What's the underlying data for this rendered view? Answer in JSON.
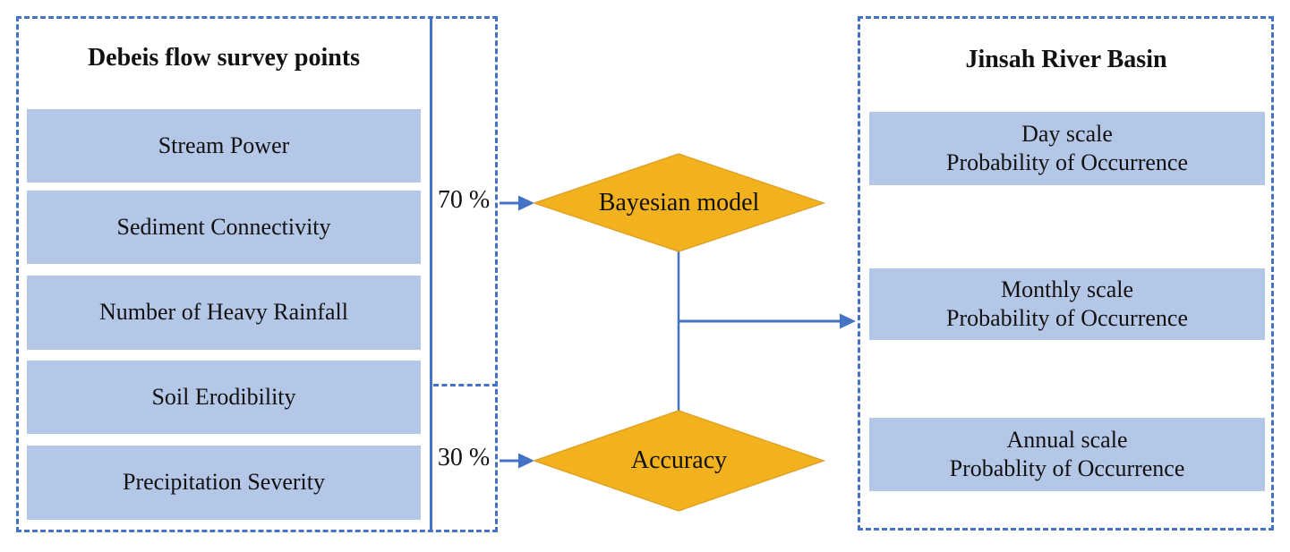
{
  "colors": {
    "line_blue": "#4472C4",
    "box_fill": "#B4C7E7",
    "diamond_fill": "#F2B21E",
    "diamond_stroke": "#DFA226",
    "text": "#111111"
  },
  "left_panel": {
    "title": "Debeis flow survey points",
    "items": [
      "Stream Power",
      "Sediment Connectivity",
      "Number of Heavy Rainfall",
      "Soil Erodibility",
      "Precipitation Severity"
    ]
  },
  "flow": {
    "bayesian_weight": "70 %",
    "accuracy_weight": "30 %",
    "bayesian_label": "Bayesian model",
    "accuracy_label": "Accuracy"
  },
  "right_panel": {
    "title": "Jinsah River Basin",
    "items": [
      {
        "line1": "Day scale",
        "line2": "Probability of Occurrence"
      },
      {
        "line1": "Monthly scale",
        "line2": "Probability of Occurrence"
      },
      {
        "line1": "Annual scale",
        "line2": "Probablity of Occurrence"
      }
    ]
  }
}
